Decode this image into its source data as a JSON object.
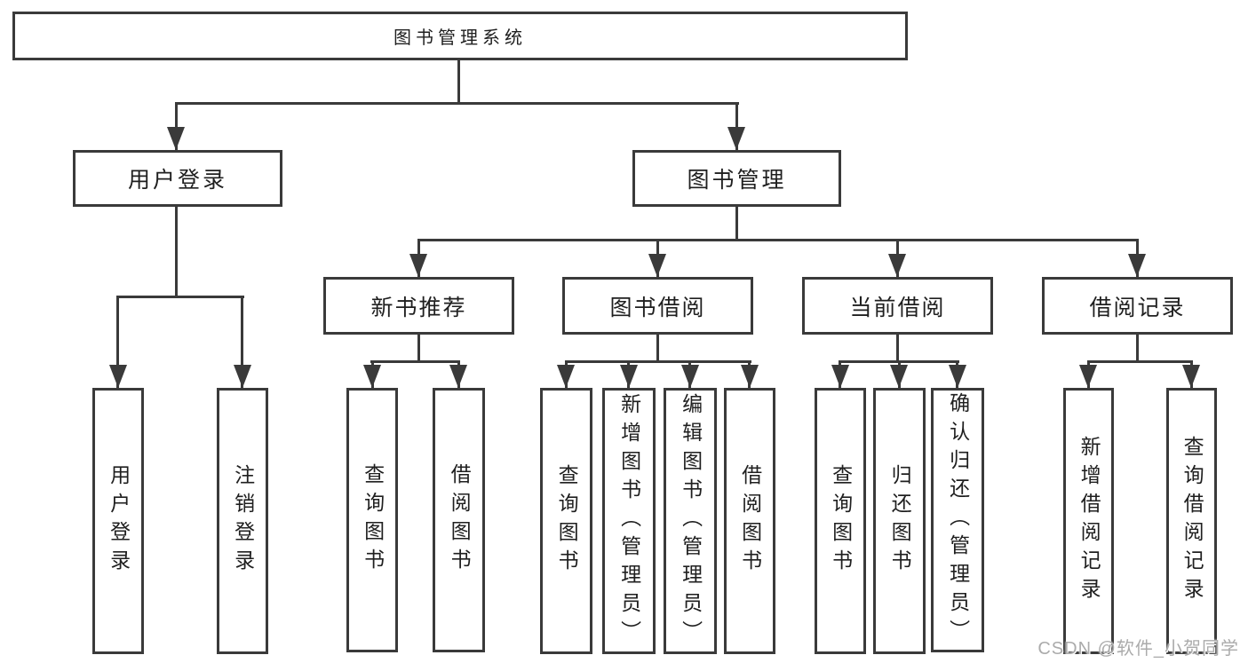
{
  "diagram": {
    "root": "图书管理系统",
    "level2": [
      "用户登录",
      "图书管理"
    ],
    "level3": [
      "新书推荐",
      "图书借阅",
      "当前借阅",
      "借阅记录"
    ],
    "leaves": {
      "user_login": [
        "用户登录",
        "注销登录"
      ],
      "new_book_recommend": [
        "查询图书",
        "借阅图书"
      ],
      "book_borrow": [
        "查询图书",
        "新增图书（管理员）",
        "编辑图书（管理员）",
        "借阅图书"
      ],
      "current_borrow": [
        "查询图书",
        "归还图书",
        "确认归还（管理员）"
      ],
      "borrow_records": [
        "新增借阅记录",
        "查询借阅记录"
      ]
    }
  },
  "watermark": "CSDN @软件_小贺同学",
  "colors": {
    "line": "#3a3a3a",
    "text": "#1f1f1f",
    "background": "#ffffff",
    "watermark": "#ababab"
  }
}
